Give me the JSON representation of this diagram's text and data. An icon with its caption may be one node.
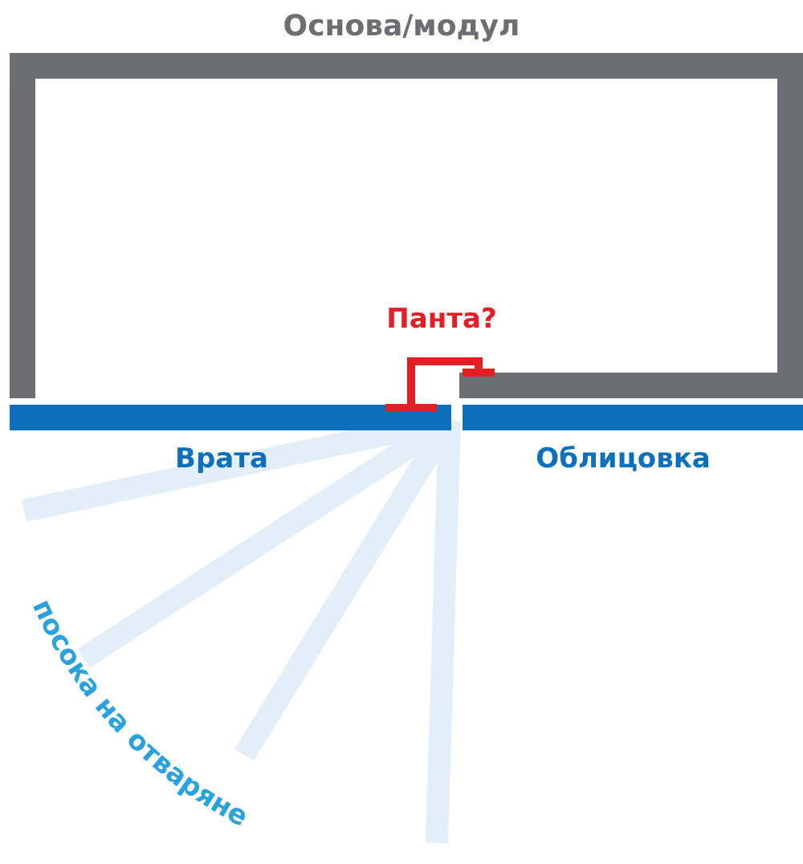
{
  "diagram": {
    "labels": [
      "Основа/модул",
      "Панта?",
      "Врата",
      "Облицовка",
      "посока на отваряне"
    ]
  }
}
